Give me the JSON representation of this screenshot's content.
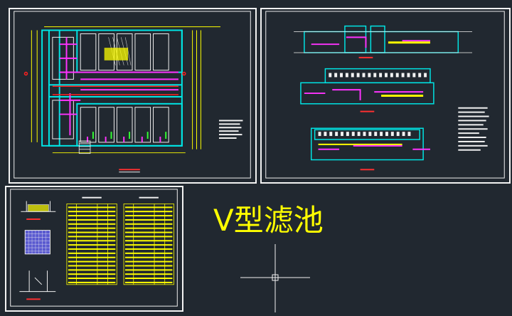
{
  "drawing": {
    "title": "V型滤池",
    "background": "#212830",
    "frame_color": "#f2f2f2",
    "text_color": "#ffff00"
  },
  "sheets": [
    {
      "name": "plan-view"
    },
    {
      "name": "section-views"
    },
    {
      "name": "details-and-tables"
    }
  ],
  "cursor": {
    "icon": "crosshair-cursor-icon"
  }
}
